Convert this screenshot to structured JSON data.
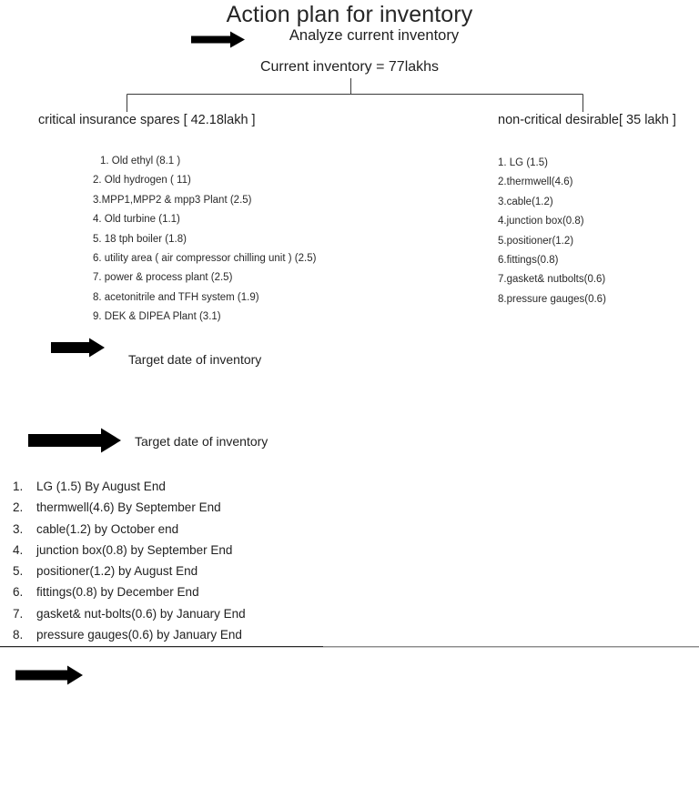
{
  "document": {
    "title": "Action plan for inventory",
    "analyze_label": "Analyze current inventory",
    "current_inventory": "Current inventory = 77lakhs"
  },
  "branches": {
    "left": {
      "heading": "critical insurance spares [ 42.18lakh ]",
      "items": [
        "1. Old ethyl (8.1 )",
        "2. Old hydrogen ( 11)",
        "3.MPP1,MPP2 & mpp3 Plant (2.5)",
        "4. Old turbine (1.1)",
        "5. 18 tph boiler (1.8)",
        "6. utility area ( air compressor chilling unit ) (2.5)",
        "7. power & process plant (2.5)",
        "8. acetonitrile and TFH system (1.9)",
        "9. DEK & DIPEA Plant (3.1)"
      ]
    },
    "right": {
      "heading": "non-critical desirable[ 35 lakh ]",
      "items": [
        "1. LG (1.5)",
        "2.thermwell(4.6)",
        "3.cable(1.2)",
        "4.junction box(0.8)",
        "5.positioner(1.2)",
        "6.fittings(0.8)",
        "7.gasket& nutbolts(0.6)",
        "8.pressure gauges(0.6)"
      ]
    }
  },
  "target_sections": [
    {
      "label": "Target date of inventory"
    },
    {
      "label": "Target date of inventory"
    }
  ],
  "schedule": {
    "items": [
      {
        "num": "1.",
        "text": "LG (1.5) By August End"
      },
      {
        "num": "2.",
        "text": "thermwell(4.6) By September End"
      },
      {
        "num": "3.",
        "text": "cable(1.2) by October end"
      },
      {
        "num": "4.",
        "text": "junction box(0.8) by September End"
      },
      {
        "num": "5.",
        "text": "positioner(1.2) by August End"
      },
      {
        "num": "6.",
        "text": "fittings(0.8) by December End"
      },
      {
        "num": "7.",
        "text": "gasket& nut-bolts(0.6) by January End"
      },
      {
        "num": "8.",
        "text": "pressure gauges(0.6) by January End"
      }
    ]
  },
  "icons": {
    "arrow_analyze": "right-arrow-icon",
    "arrow_target_1": "right-arrow-icon",
    "arrow_target_2": "right-arrow-icon",
    "arrow_bottom": "right-arrow-icon"
  },
  "colors": {
    "text": "#1f1f1f",
    "arrow_fill": "#000000",
    "connector_stroke": "#3a3a3a",
    "divider_dark": "#2b2b2b",
    "divider_light": "#8d8d8d"
  }
}
